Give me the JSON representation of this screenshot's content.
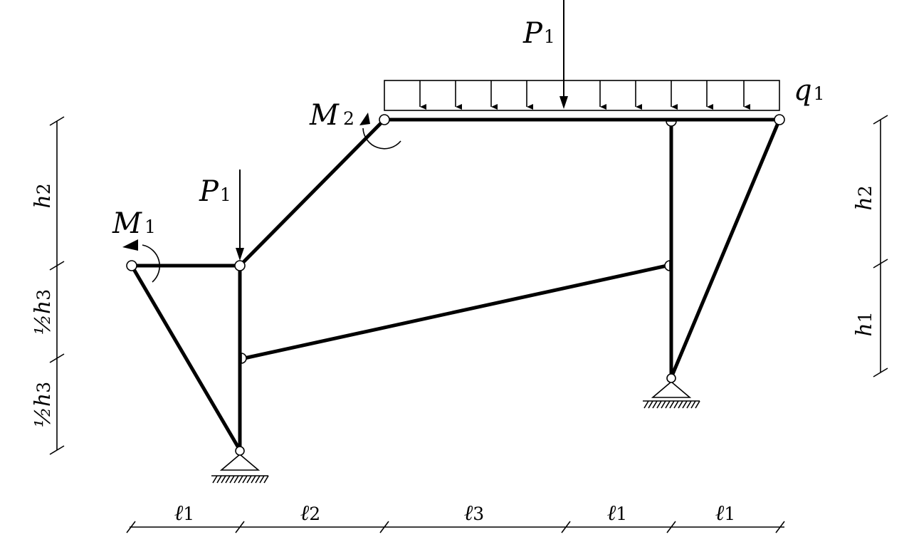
{
  "loads": {
    "P1_top": {
      "symbol": "P",
      "sub": "1"
    },
    "P1_left": {
      "symbol": "P",
      "sub": "1"
    },
    "q1": {
      "symbol": "q",
      "sub": "1"
    },
    "M1": {
      "symbol": "M",
      "sub": "1"
    },
    "M2": {
      "symbol": "M",
      "sub": "2"
    }
  },
  "dimensions": {
    "left": [
      {
        "symbol": "h",
        "sub": "2"
      },
      {
        "symbol": "½h",
        "sub": "3"
      },
      {
        "symbol": "½h",
        "sub": "3"
      }
    ],
    "right": [
      {
        "symbol": "h",
        "sub": "2"
      },
      {
        "symbol": "h",
        "sub": "1"
      }
    ],
    "bottom": [
      {
        "symbol": "ℓ",
        "sub": "1"
      },
      {
        "symbol": "ℓ",
        "sub": "2"
      },
      {
        "symbol": "ℓ",
        "sub": "3"
      },
      {
        "symbol": "ℓ",
        "sub": "1"
      },
      {
        "symbol": "ℓ",
        "sub": "1"
      }
    ]
  }
}
